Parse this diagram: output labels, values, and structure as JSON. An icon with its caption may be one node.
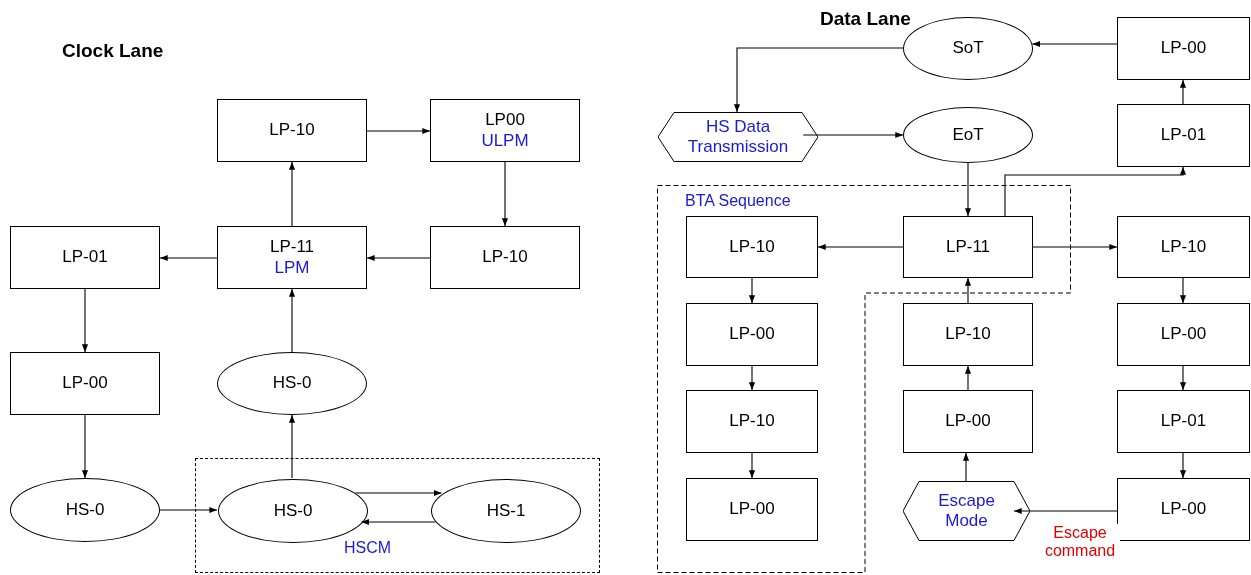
{
  "diagram": {
    "nodes": [
      {
        "text": [
          "LP-10"
        ]
      },
      {
        "text": [
          "LP00",
          "ULPM"
        ]
      },
      {
        "text": [
          "LP-01"
        ]
      },
      {
        "text": [
          "LP-11",
          "LPM"
        ]
      },
      {
        "text": [
          "LP-10"
        ]
      },
      {
        "text": [
          "LP-00"
        ]
      },
      {
        "text": [
          "HS-0"
        ]
      },
      {
        "text": [
          "HSCM"
        ]
      },
      {
        "text": [
          "HS-0"
        ]
      },
      {
        "text": [
          "HS-0"
        ],
        "in": 7
      },
      {
        "text": [
          "HS-1"
        ],
        "in": 7
      },
      {
        "text": [
          "SoT"
        ]
      },
      {
        "text": [
          "LP-00"
        ]
      },
      {
        "text": [
          "HS Data Transmission"
        ]
      },
      {
        "text": [
          "EoT"
        ]
      },
      {
        "text": [
          "LP-01"
        ]
      },
      {
        "text": [
          "BTA Sequence"
        ]
      },
      {
        "text": [
          "LP-10"
        ],
        "in": 16
      },
      {
        "text": [
          "LP-11"
        ],
        "in": 16
      },
      {
        "text": [
          "LP-10"
        ]
      },
      {
        "text": [
          "LP-00"
        ],
        "in": 16
      },
      {
        "text": [
          "LP-10"
        ]
      },
      {
        "text": [
          "LP-00"
        ]
      },
      {
        "text": [
          "LP-10"
        ],
        "in": 16
      },
      {
        "text": [
          "LP-00"
        ]
      },
      {
        "text": [
          "LP-01"
        ]
      },
      {
        "text": [
          "LP-00"
        ],
        "in": 16
      },
      {
        "text": [
          "Escape Mode"
        ]
      },
      {
        "text": [
          "LP-00"
        ]
      }
    ],
    "edges": [
      {
        "from": 0,
        "to": 1,
        "arrow": "to"
      },
      {
        "from": 1,
        "to": 4,
        "arrow": "to"
      },
      {
        "from": 4,
        "to": 3,
        "arrow": "to"
      },
      {
        "from": 3,
        "to": 0,
        "arrow": "to"
      },
      {
        "from": 3,
        "to": 2,
        "arrow": "to"
      },
      {
        "from": 2,
        "to": 5,
        "arrow": "to"
      },
      {
        "from": 5,
        "to": 8,
        "arrow": "to"
      },
      {
        "from": 8,
        "to": 9,
        "arrow": "to"
      },
      {
        "from": 9,
        "to": 6,
        "arrow": "to"
      },
      {
        "from": 6,
        "to": 3,
        "arrow": "to"
      },
      {
        "from": 9,
        "to": 10,
        "arrow": "to"
      },
      {
        "from": 10,
        "to": 9,
        "arrow": "to"
      },
      {
        "from": 12,
        "to": 11,
        "arrow": "to"
      },
      {
        "from": 11,
        "to": 13,
        "arrow": "to"
      },
      {
        "from": 13,
        "to": 14,
        "arrow": "to"
      },
      {
        "from": 14,
        "to": 18,
        "arrow": "to"
      },
      {
        "from": 18,
        "to": 15,
        "arrow": "to"
      },
      {
        "from": 15,
        "to": 12,
        "arrow": "to"
      },
      {
        "from": 18,
        "to": 17,
        "arrow": "to"
      },
      {
        "from": 18,
        "to": 19,
        "arrow": "to"
      },
      {
        "from": 17,
        "to": 20,
        "arrow": "to"
      },
      {
        "from": 20,
        "to": 23,
        "arrow": "to"
      },
      {
        "from": 23,
        "to": 26,
        "arrow": "to"
      },
      {
        "from": 19,
        "to": 22,
        "arrow": "to"
      },
      {
        "from": 22,
        "to": 25,
        "arrow": "to"
      },
      {
        "from": 25,
        "to": 28,
        "arrow": "to"
      },
      {
        "from": 28,
        "to": 27,
        "arrow": "to",
        "label": "Escape command"
      },
      {
        "from": 27,
        "to": 24,
        "arrow": "to"
      },
      {
        "from": 24,
        "to": 21,
        "arrow": "to"
      },
      {
        "from": 21,
        "to": 18,
        "arrow": "to"
      }
    ],
    "labels": [
      "Data Lane",
      "Clock Lane"
    ]
  }
}
